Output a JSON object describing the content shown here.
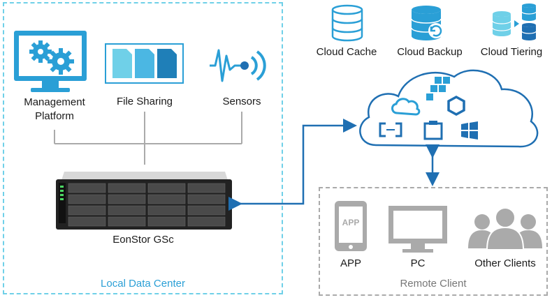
{
  "local_data_center": {
    "title": "Local Data Center",
    "management_label_line1": "Management",
    "management_label_line2": "Platform",
    "file_sharing_label": "File Sharing",
    "sensors_label": "Sensors",
    "storage_label": "EonStor GSc"
  },
  "cloud": {
    "cache_label": "Cloud Cache",
    "backup_label": "Cloud Backup",
    "tiering_label": "Cloud Tiering"
  },
  "remote_client": {
    "title": "Remote Client",
    "app_label": "APP",
    "app_screen_text": "APP",
    "pc_label": "PC",
    "other_label": "Other Clients"
  },
  "colors": {
    "blue": "#2a9fd6",
    "dark_blue": "#1f6fb2",
    "gray": "#aaaaaa"
  }
}
